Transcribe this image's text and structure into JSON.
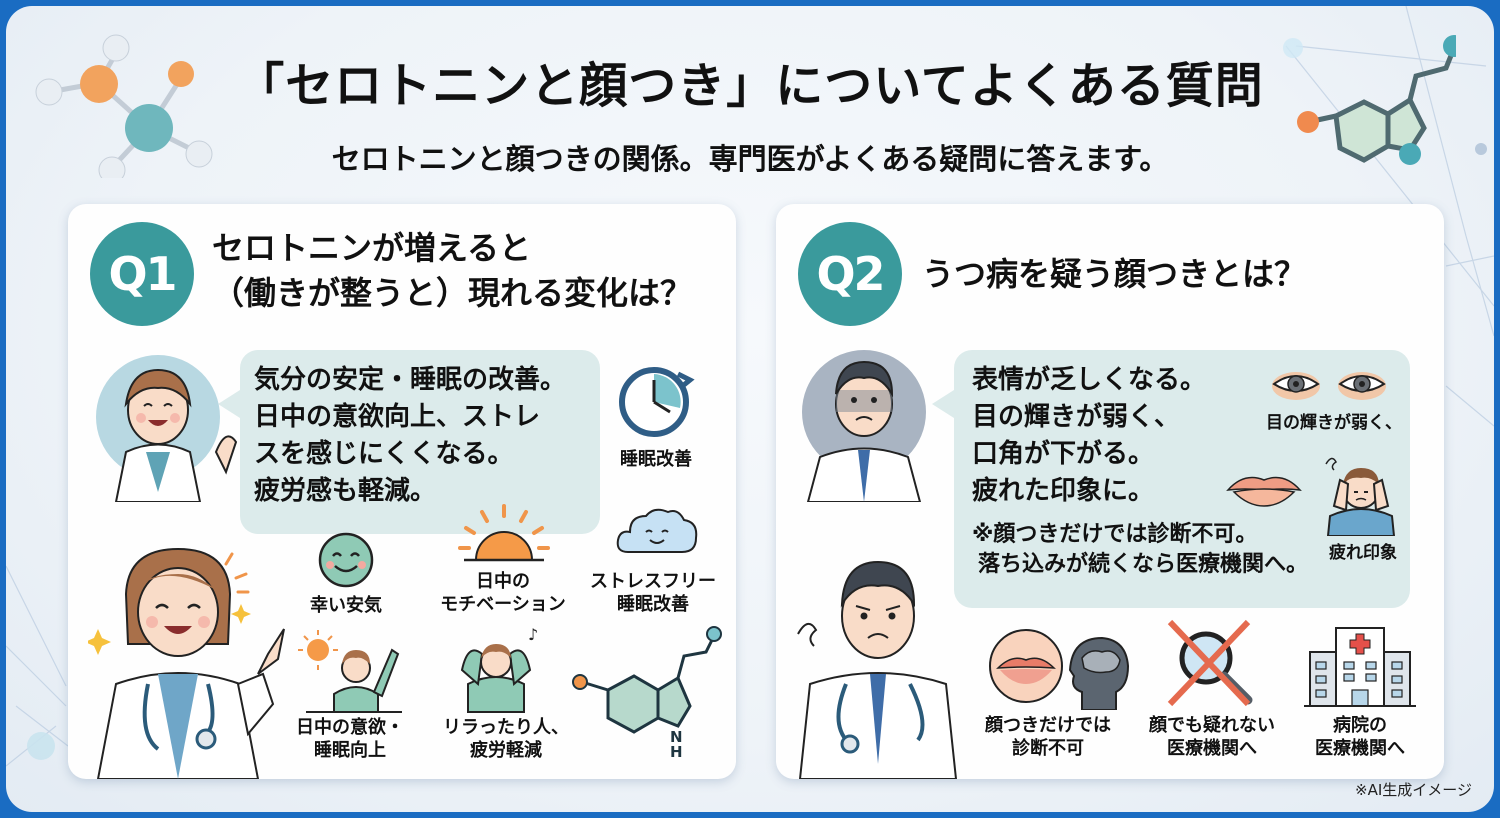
{
  "header": {
    "title": "「セロトニンと顔つき」についてよくある質問",
    "subtitle": "セロトニンと顔つきの関係。専門医がよくある疑問に答えます。"
  },
  "q1": {
    "badge": "Q1",
    "title_line1": "セロトニンが増えると",
    "title_line2": "（働きが整うと）現れる変化は？",
    "answer_lines": [
      "気分の安定・睡眠の改善。",
      "日中の意欲向上、ストレ",
      "スを感じにくくなる。",
      "疲労感も軽減。"
    ],
    "icons": [
      {
        "icon": "clock-icon",
        "label": "睡眠改善"
      },
      {
        "icon": "smiley-icon",
        "label": "幸い安気"
      },
      {
        "icon": "sunrise-icon",
        "label_line1": "日中の",
        "label_line2": "モチベーション"
      },
      {
        "icon": "cloud-icon",
        "label_line1": "ストレスフリー",
        "label_line2": "睡眠改善"
      },
      {
        "icon": "cheering-person-icon",
        "label_line1": "日中の意欲・",
        "label_line2": "睡眠向上"
      },
      {
        "icon": "relaxed-person-icon",
        "label_line1": "リラったり人、",
        "label_line2": "疲労軽減"
      },
      {
        "icon": "serotonin-molecule-icon",
        "label": "N\nH"
      }
    ]
  },
  "q2": {
    "badge": "Q2",
    "title": "うつ病を疑う顔つきとは？",
    "answer_lines": [
      "表情が乏しくなる。",
      "目の輝きが弱く、",
      "口角が下がる。",
      "疲れた印象に。"
    ],
    "note_line1": "※顔つきだけでは診断不可。",
    "note_line2": "落ち込みが続くなら医療機関へ。",
    "bubble_icons": [
      {
        "icon": "eyes-icon",
        "label": "目の輝きが弱く、"
      },
      {
        "icon": "lips-icon",
        "label": ""
      },
      {
        "icon": "tired-person-icon",
        "label": "疲れ印象"
      }
    ],
    "bottom_icons": [
      {
        "icon": "mouth-brain-icon",
        "label_line1": "顔つきだけでは",
        "label_line2": "診断不可"
      },
      {
        "icon": "crossed-magnifier-icon",
        "label_line1": "顔でも疑れない",
        "label_line2": "医療機関へ"
      },
      {
        "icon": "hospital-icon",
        "label_line1": "病院の",
        "label_line2": "医療機関へ"
      }
    ]
  },
  "footer": {
    "note": "※AI生成イメージ"
  },
  "colors": {
    "frame_border": "#1a6cc2",
    "badge_teal": "#3a9a9c",
    "bubble_bg": "#dcebeb",
    "accent_orange": "#f0954a"
  }
}
